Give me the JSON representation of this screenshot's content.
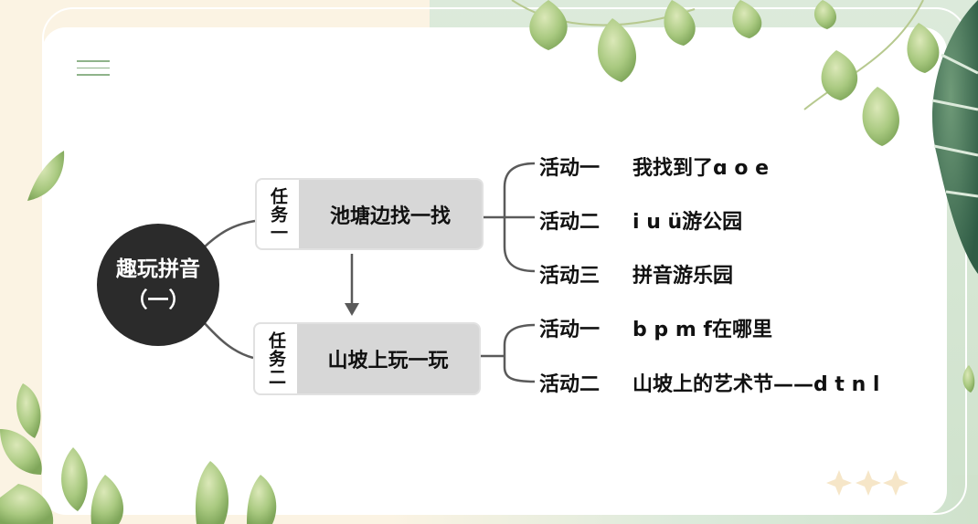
{
  "center": {
    "label": "趣玩拼音（一）"
  },
  "tasks": [
    {
      "tag": "任务一",
      "label": "池塘边找一找",
      "activities": [
        {
          "name": "活动一",
          "title": "我找到了ɑ o e"
        },
        {
          "name": "活动二",
          "title": "i u ü游公园"
        },
        {
          "name": "活动三",
          "title": "拼音游乐园"
        }
      ]
    },
    {
      "tag": "任务二",
      "label": "山坡上玩一玩",
      "activities": [
        {
          "name": "活动一",
          "title": "b p m f在哪里"
        },
        {
          "name": "活动二",
          "title": "山坡上的艺术节——d t n l"
        }
      ]
    }
  ],
  "colors": {
    "node_dark": "#2b2b2b",
    "task_box": "#d7d7d7",
    "connector": "#555555",
    "leaf_green": "#9cc07a"
  },
  "icons": {
    "menu": "menu-icon",
    "decoration": "leaf-icon",
    "sparkle": "star-icon"
  }
}
